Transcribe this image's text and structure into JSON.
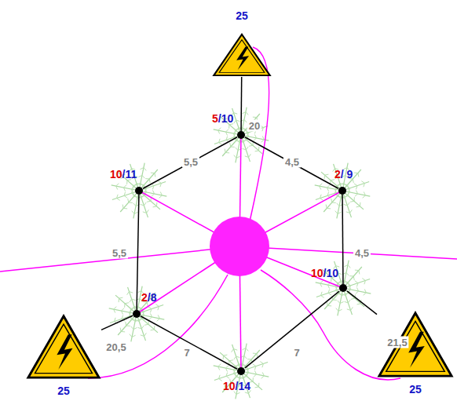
{
  "diagram": {
    "nodes": [
      {
        "text": [
          "25"
        ]
      },
      {
        "text": [
          "5",
          "/10"
        ]
      },
      {
        "text": [
          "10",
          "/11"
        ]
      },
      {
        "text": [
          "2",
          "/ 9"
        ]
      },
      {
        "text": [
          "2",
          "/8"
        ]
      },
      {
        "text": [
          "10",
          "/10"
        ]
      },
      {
        "text": [
          "10",
          "/14"
        ]
      },
      {
        "text": [
          "25"
        ]
      },
      {
        "text": [
          "25"
        ]
      }
    ],
    "edges": [
      {
        "from": 0,
        "to": 1,
        "arrow": "none",
        "label": "20"
      },
      {
        "from": 1,
        "to": 2,
        "arrow": "none",
        "label": "5,5"
      },
      {
        "from": 1,
        "to": 3,
        "arrow": "none",
        "label": "4,5"
      },
      {
        "from": 2,
        "to": 4,
        "arrow": "none",
        "label": "5,5"
      },
      {
        "from": 3,
        "to": 5,
        "arrow": "none",
        "label": "4,5"
      },
      {
        "from": 4,
        "to": 6,
        "arrow": "none",
        "label": "7"
      },
      {
        "from": 5,
        "to": 6,
        "arrow": "none",
        "label": "7"
      },
      {
        "from": 7,
        "to": 4,
        "arrow": "none",
        "label": "20,5"
      },
      {
        "from": 8,
        "to": 5,
        "arrow": "none",
        "label": "21,5"
      }
    ]
  }
}
